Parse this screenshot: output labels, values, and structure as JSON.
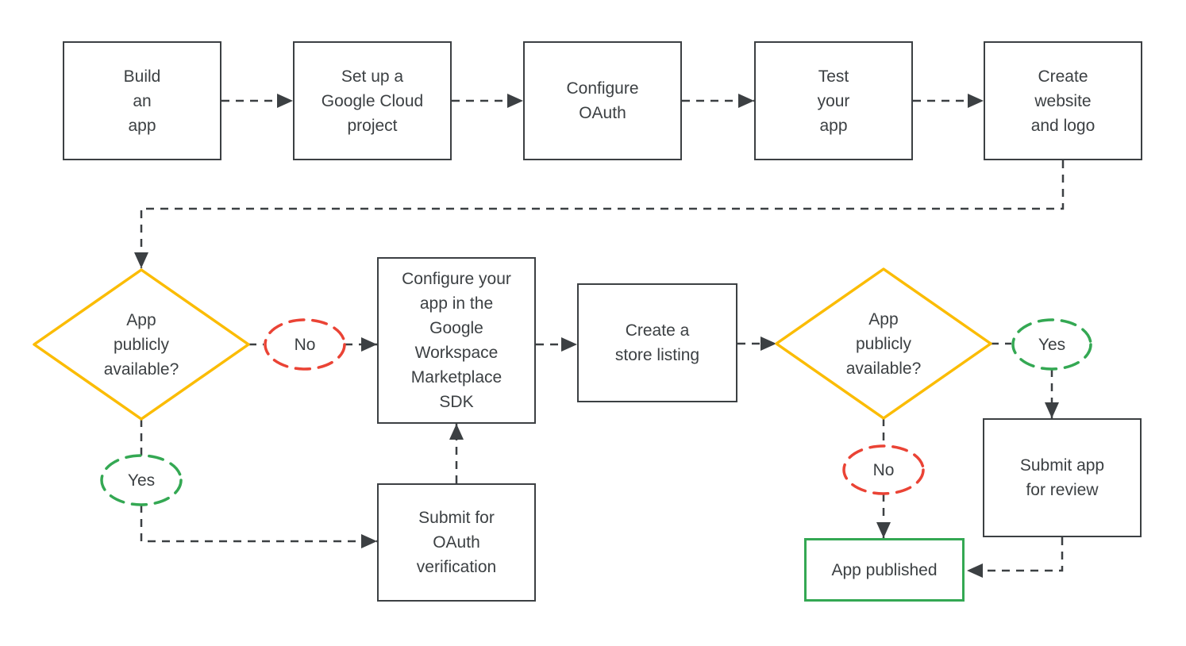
{
  "palette": {
    "ink": "#3c4043",
    "decision_yellow": "#fbbc04",
    "no_red": "#ea4335",
    "yes_green": "#34a853",
    "published_green": "#34a853"
  },
  "nodes": {
    "build": {
      "label": "Build\nan\napp"
    },
    "cloud_project": {
      "label": "Set up a\nGoogle Cloud\nproject"
    },
    "configure_oauth": {
      "label": "Configure\nOAuth"
    },
    "test_app": {
      "label": "Test\nyour\napp"
    },
    "website_logo": {
      "label": "Create\nwebsite\nand logo"
    },
    "marketplace_sdk": {
      "label": "Configure your\napp in the\nGoogle\nWorkspace\nMarketplace\nSDK"
    },
    "store_listing": {
      "label": "Create a\nstore listing"
    },
    "oauth_verification": {
      "label": "Submit for\nOAuth\nverification"
    },
    "submit_review": {
      "label": "Submit app\nfor review"
    },
    "app_published": {
      "label": "App published"
    }
  },
  "decisions": {
    "first": {
      "label": "App\npublicly\navailable?"
    },
    "second": {
      "label": "App\npublicly\navailable?"
    }
  },
  "edge_labels": {
    "no_1": "No",
    "yes_1": "Yes",
    "yes_2": "Yes",
    "no_2": "No"
  }
}
